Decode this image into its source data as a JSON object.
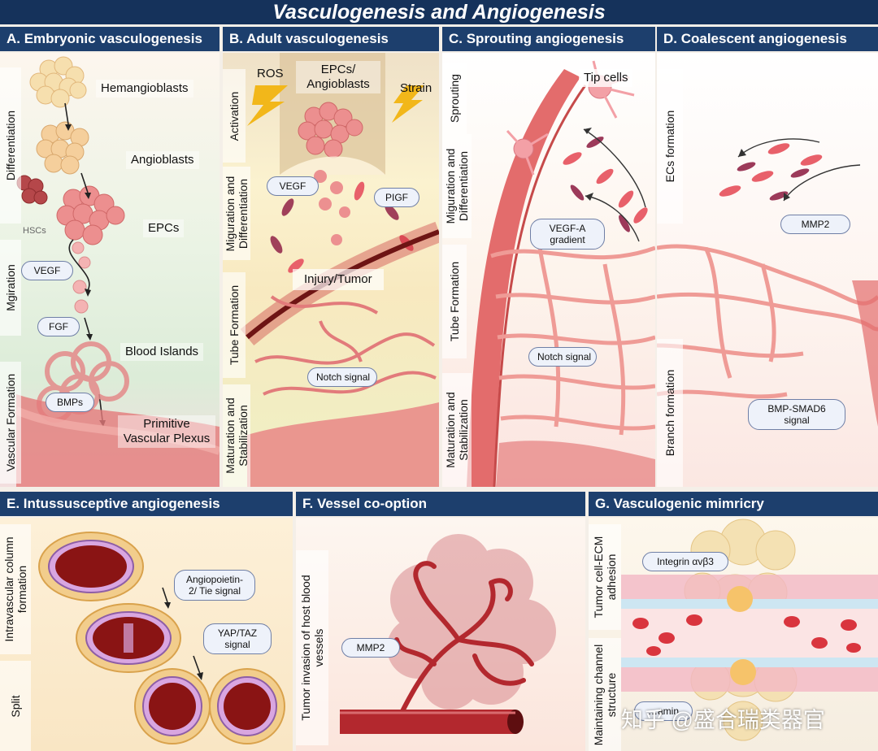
{
  "title": "Vasculogenesis and Angiogenesis",
  "panels": {
    "a": {
      "header": "A. Embryonic vasculogenesis",
      "stages": [
        "Differentiation",
        "Mgiration",
        "Vascular Formation"
      ],
      "labels": [
        "Hemangioblasts",
        "Angioblasts",
        "EPCs",
        "HSCs",
        "Blood Islands",
        "Primitive Vascular Plexus"
      ],
      "signals": [
        "VEGF",
        "FGF",
        "BMPs"
      ]
    },
    "b": {
      "header": "B. Adult vasculogenesis",
      "stages": [
        "Activation",
        "Miguration and Differentiation",
        "Tube Formation",
        "Maturation and Stabilization"
      ],
      "labels": [
        "ROS",
        "EPCs/ Angioblasts",
        "Strain",
        "Injury/Tumor"
      ],
      "signals": [
        "VEGF",
        "PIGF",
        "Notch signal"
      ]
    },
    "c": {
      "header": "C. Sprouting angiogenesis",
      "stages": [
        "Sprouting",
        "Miguration and Differentiation",
        "Tube Formation",
        "Maturation and Stabilization"
      ],
      "labels": [
        "Tip cells"
      ],
      "signals": [
        "VEGF-A gradient",
        "Notch signal"
      ]
    },
    "d": {
      "header": "D. Coalescent angiogenesis",
      "stages": [
        "ECs formation",
        "Branch formation"
      ],
      "signals": [
        "MMP2",
        "BMP-SMAD6 signal"
      ]
    },
    "e": {
      "header": "E. Intussusceptive angiogenesis",
      "stages": [
        "Intravascular column formation",
        "Split"
      ],
      "signals": [
        "Angiopoietin-2/ Tie signal",
        "YAP/TAZ signal"
      ]
    },
    "f": {
      "header": "F. Vessel co-option",
      "stages": [
        "Tumor invasion of host blood vessels"
      ],
      "signals": [
        "MMP2"
      ]
    },
    "g": {
      "header": "G. Vasculogenic mimricry",
      "stages": [
        "Tumor cell-ECM adhesion",
        "Maintaining channel structure"
      ],
      "signals": [
        "Integrin αvβ3",
        "…amin"
      ]
    }
  },
  "watermark": "知乎 @盛合瑞类器官",
  "colors": {
    "header": "#1d3f6d",
    "vessel": "#d9535a",
    "vessel_dark": "#8e1b1b",
    "cell": "#f0c9a0"
  }
}
